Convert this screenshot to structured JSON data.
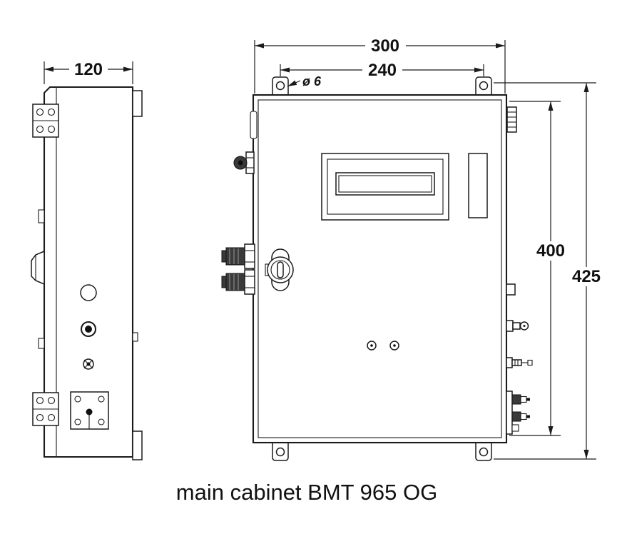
{
  "caption": "main cabinet BMT 965 OG",
  "dimensions": {
    "side_depth": "120",
    "front_width": "300",
    "mounting_hole_spacing": "240",
    "mounting_hole_diameter": "ø 6",
    "body_height": "400",
    "overall_height": "425"
  }
}
